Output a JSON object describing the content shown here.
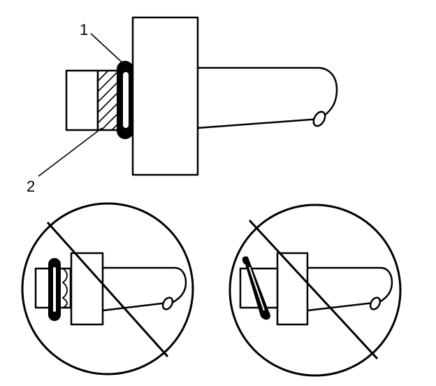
{
  "diagram": {
    "callouts": [
      {
        "label": "1",
        "refers_to": "o-ring"
      },
      {
        "label": "2",
        "refers_to": "backup-washer"
      }
    ],
    "panels": [
      {
        "id": "correct-installation",
        "prohibited": false
      },
      {
        "id": "incorrect-o-ring-away-from-flange",
        "prohibited": true
      },
      {
        "id": "incorrect-o-ring-twisted",
        "prohibited": true
      }
    ],
    "colors": {
      "line": "#000000",
      "background": "#ffffff"
    }
  }
}
